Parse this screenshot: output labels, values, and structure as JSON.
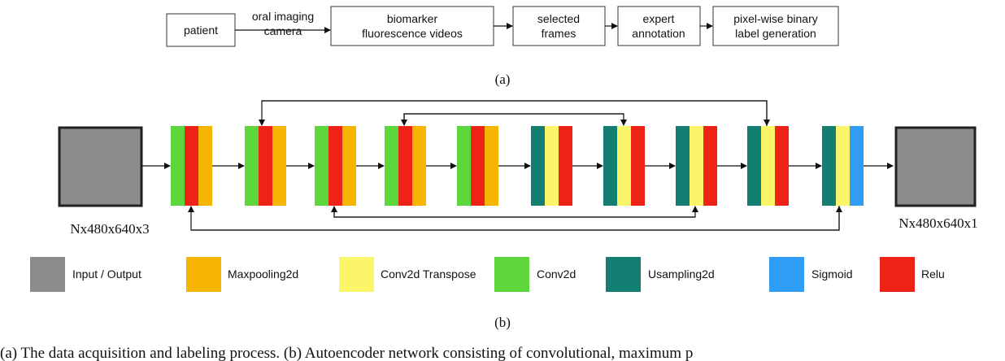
{
  "pipeline": {
    "patient": "patient",
    "camera_edge": [
      "oral imaging",
      "camera"
    ],
    "videos": [
      "biomarker",
      "fluorescence videos"
    ],
    "frames": [
      "selected",
      "frames"
    ],
    "annotation": [
      "expert",
      "annotation"
    ],
    "labels": [
      "pixel-wise binary",
      "label generation"
    ],
    "panel_label": "(a)"
  },
  "network": {
    "input_dims": "Nx480x640x3",
    "output_dims": "Nx480x640x1",
    "panel_label": "(b)",
    "layers": [
      [
        "conv2d",
        "relu",
        "maxpool"
      ],
      [
        "conv2d",
        "relu",
        "maxpool"
      ],
      [
        "conv2d",
        "relu",
        "maxpool"
      ],
      [
        "conv2d",
        "relu",
        "maxpool"
      ],
      [
        "conv2d",
        "relu",
        "maxpool"
      ],
      [
        "upsample",
        "convT",
        "relu"
      ],
      [
        "upsample",
        "convT",
        "relu"
      ],
      [
        "upsample",
        "convT",
        "relu"
      ],
      [
        "upsample",
        "convT",
        "relu"
      ],
      [
        "upsample",
        "convT",
        "sigmoid"
      ]
    ]
  },
  "legend": [
    {
      "key": "io",
      "label": "Input / Output",
      "color": "#8c8c8c"
    },
    {
      "key": "maxpool",
      "label": "Maxpooling2d",
      "color": "#f5b400"
    },
    {
      "key": "convT",
      "label": "Conv2d Transpose",
      "color": "#fbf56a"
    },
    {
      "key": "conv2d",
      "label": "Conv2d",
      "color": "#5cd63a"
    },
    {
      "key": "upsample",
      "label": "Usampling2d",
      "color": "#137f72"
    },
    {
      "key": "sigmoid",
      "label": "Sigmoid",
      "color": "#2f9cf5"
    },
    {
      "key": "relu",
      "label": "Relu",
      "color": "#ee2215"
    }
  ],
  "caption": "(a) The data acquisition and labeling process. (b) Autoencoder network consisting of convolutional, maximum p"
}
